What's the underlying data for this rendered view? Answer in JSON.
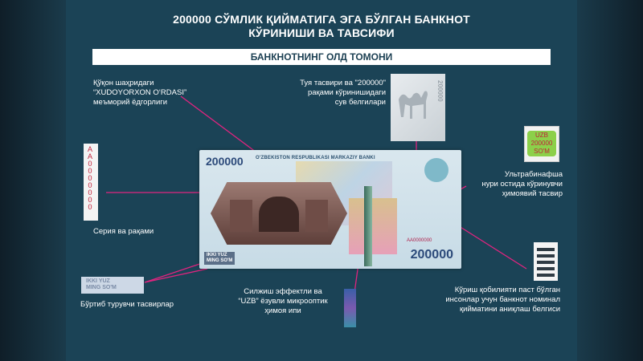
{
  "title_line1": "200000 СЎМЛИК ҚИЙМАТИГА ЭГА БЎЛГАН БАНКНОТ",
  "title_line2": "КЎРИНИШИ ВА ТАВСИФИ",
  "subheading": "БАНКНОТНИНГ ОЛД ТОМОНИ",
  "labels": {
    "palace_l1": "Қўқон шаҳридаги",
    "palace_l2": "“XUDOYORXON O‘RDASI”",
    "palace_l3": "меъморий ёдгорлиги",
    "watermark_l1": "Туя тасвири ва \"200000\"",
    "watermark_l2": "рақами кўринишидаги",
    "watermark_l3": "сув белгилари",
    "uv_l1": "Ультрабинафша",
    "uv_l2": "нури остида кўринувчи",
    "uv_l3": "ҳимоявий тасвир",
    "serial": "Серия ва рақами",
    "relief": "Бўртиб турувчи тасвирлар",
    "thread_l1": "Силжиш эффектли ва",
    "thread_l2": "“UZB” ёзувли микрооптик",
    "thread_l3": "ҳимоя ипи",
    "tactile_l1": "Кўриш қобилияти паст бўлган",
    "tactile_l2": "инсонлар учун банкнот номинал",
    "tactile_l3": "қийматини аниқлаш белгиси"
  },
  "banknote": {
    "bank_name": "O'ZBEKISTON RESPUBLIKASI MARKAZIY BANKI",
    "value_top": "200000",
    "value_bottom": "200000",
    "serial": "AA0000000",
    "caption_l1": "IKKI YUZ",
    "caption_l2": "MING SO'M"
  },
  "serial_vertical": "AA0000000",
  "relief_sample_l1": "IKKI YUZ",
  "relief_sample_l2": "MING SO'M",
  "uv_badge_l1": "UZB",
  "uv_badge_l2": "200000",
  "uv_badge_l3": "SO'M",
  "watermark_value": "200000",
  "colors": {
    "accent": "#e0247f",
    "panel": "#1b4356",
    "text": "#ffffff"
  }
}
